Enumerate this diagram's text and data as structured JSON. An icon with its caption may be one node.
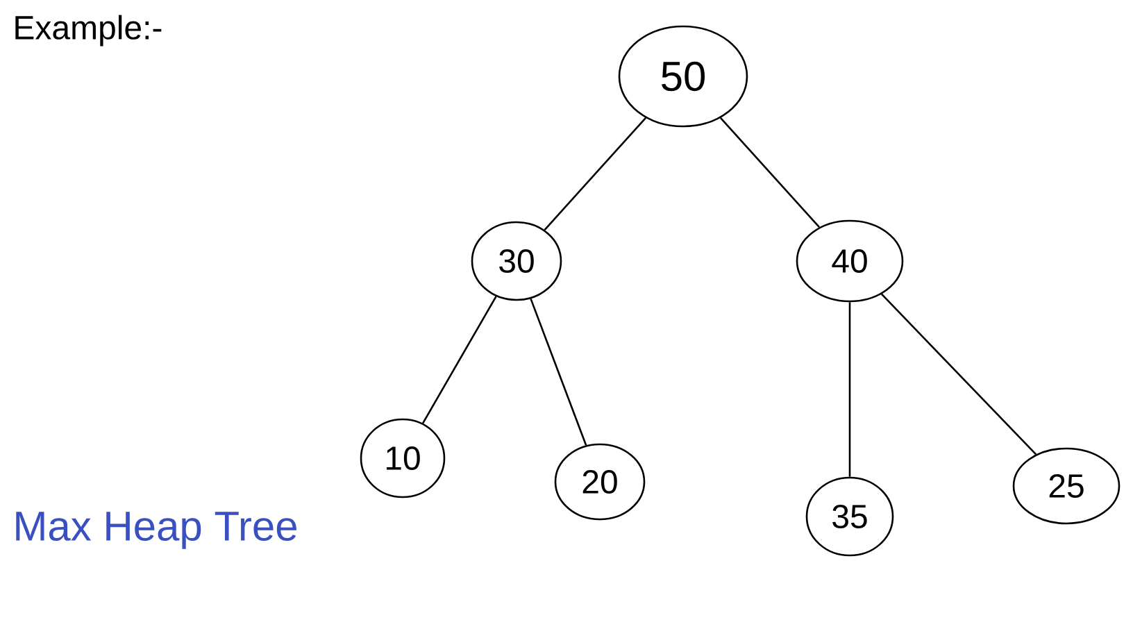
{
  "diagram": {
    "nodes": [
      {
        "text": [
          "50"
        ]
      },
      {
        "text": [
          "30"
        ]
      },
      {
        "text": [
          "40"
        ]
      },
      {
        "text": [
          "10"
        ]
      },
      {
        "text": [
          "20"
        ]
      },
      {
        "text": [
          "35"
        ]
      },
      {
        "text": [
          "25"
        ]
      }
    ],
    "edges": [
      {
        "from": 0,
        "to": 1,
        "arrow": "none"
      },
      {
        "from": 0,
        "to": 2,
        "arrow": "none"
      },
      {
        "from": 1,
        "to": 3,
        "arrow": "none"
      },
      {
        "from": 1,
        "to": 4,
        "arrow": "none"
      },
      {
        "from": 2,
        "to": 5,
        "arrow": "none"
      },
      {
        "from": 2,
        "to": 6,
        "arrow": "none"
      }
    ],
    "labels": [
      "Example:-",
      "Max Heap Tree"
    ]
  }
}
